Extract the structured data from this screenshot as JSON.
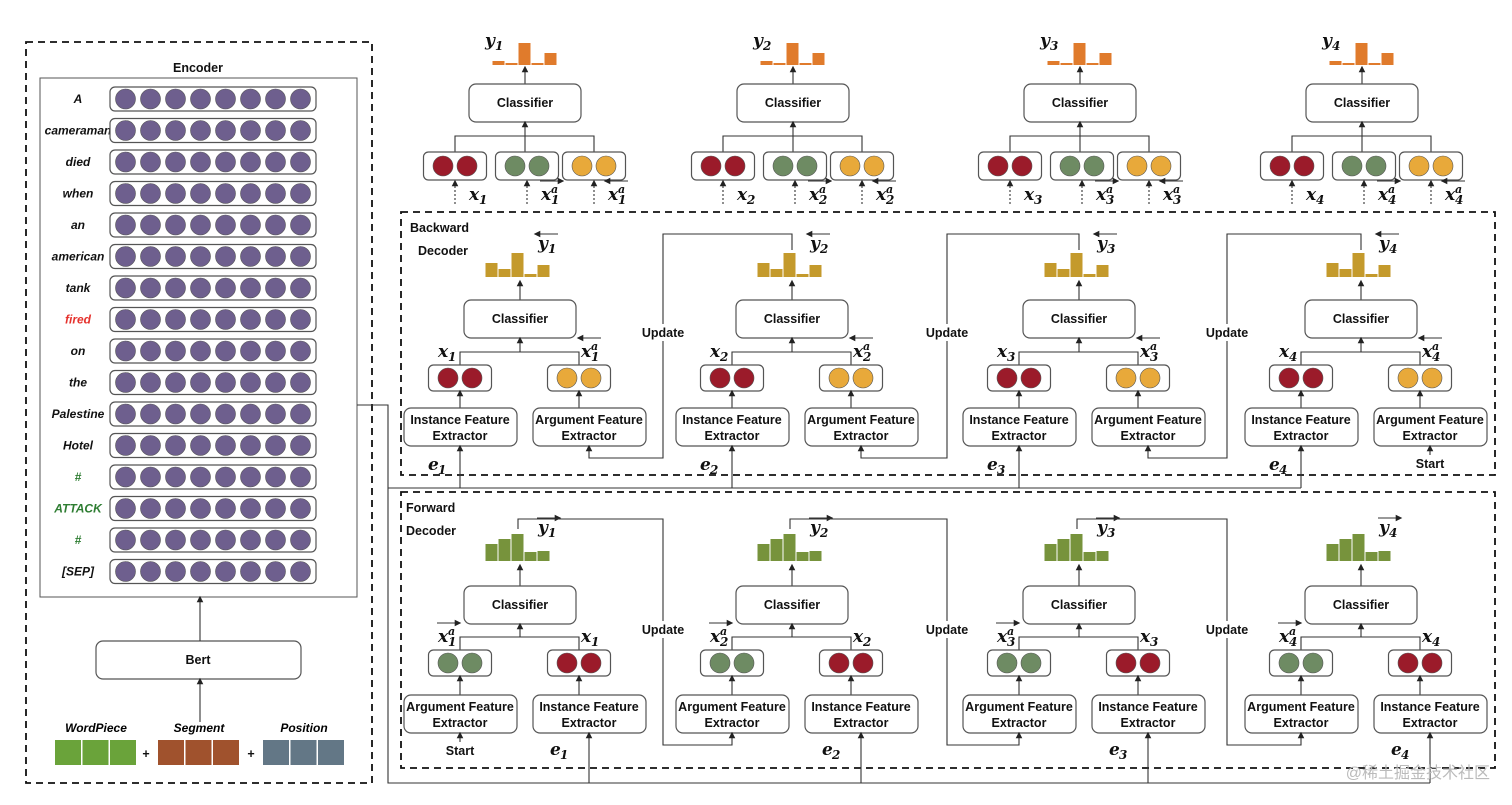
{
  "colors": {
    "encoder_circle": "#6e5f8e",
    "instance_circle": "#9b1b2a",
    "forward_arg_circle": "#6e8b63",
    "backward_arg_circle": "#e8a93a",
    "top_histogram": "#e07b2c",
    "backward_histogram": "#c49a2c",
    "forward_histogram": "#77933c"
  },
  "encoder": {
    "title": "Encoder",
    "tokens": [
      {
        "text": "A",
        "color": "#111111"
      },
      {
        "text": "cameraman",
        "color": "#111111"
      },
      {
        "text": "died",
        "color": "#111111"
      },
      {
        "text": "when",
        "color": "#111111"
      },
      {
        "text": "an",
        "color": "#111111"
      },
      {
        "text": "american",
        "color": "#111111"
      },
      {
        "text": "tank",
        "color": "#111111"
      },
      {
        "text": "fired",
        "color": "#e5322d"
      },
      {
        "text": "on",
        "color": "#111111"
      },
      {
        "text": "the",
        "color": "#111111"
      },
      {
        "text": "Palestine",
        "color": "#111111"
      },
      {
        "text": "Hotel",
        "color": "#111111"
      },
      {
        "text": "#",
        "color": "#2e7d32"
      },
      {
        "text": "ATTACK",
        "color": "#2e7d32"
      },
      {
        "text": "#",
        "color": "#2e7d32"
      },
      {
        "text": "[SEP]",
        "color": "#111111"
      }
    ],
    "bert": "Bert",
    "embeddings": [
      {
        "label": "WordPiece",
        "color": "#6aa33a"
      },
      {
        "label": "Segment",
        "color": "#a0522d"
      },
      {
        "label": "Position",
        "color": "#637786"
      }
    ],
    "plus": "+"
  },
  "top": {
    "columns": [
      {
        "y": {
          "base": "y",
          "sub": "1"
        },
        "classifier": "Classifier",
        "inputs": [
          {
            "base": "x",
            "sub": "1"
          },
          {
            "base": "x",
            "sub": "1",
            "sup": "a",
            "arrow": "right"
          },
          {
            "base": "x",
            "sub": "1",
            "sup": "a",
            "arrow": "left"
          }
        ]
      },
      {
        "y": {
          "base": "y",
          "sub": "2"
        },
        "classifier": "Classifier",
        "inputs": [
          {
            "base": "x",
            "sub": "2"
          },
          {
            "base": "x",
            "sub": "2",
            "sup": "a",
            "arrow": "right"
          },
          {
            "base": "x",
            "sub": "2",
            "sup": "a",
            "arrow": "left"
          }
        ]
      },
      {
        "y": {
          "base": "y",
          "sub": "3"
        },
        "classifier": "Classifier",
        "inputs": [
          {
            "base": "x",
            "sub": "3"
          },
          {
            "base": "x",
            "sub": "3",
            "sup": "a",
            "arrow": "right"
          },
          {
            "base": "x",
            "sub": "3",
            "sup": "a",
            "arrow": "left"
          }
        ]
      },
      {
        "y": {
          "base": "y",
          "sub": "4"
        },
        "classifier": "Classifier",
        "inputs": [
          {
            "base": "x",
            "sub": "4"
          },
          {
            "base": "x",
            "sub": "4",
            "sup": "a",
            "arrow": "right"
          },
          {
            "base": "x",
            "sub": "4",
            "sup": "a",
            "arrow": "left"
          }
        ]
      }
    ]
  },
  "backward": {
    "title": [
      "Backward",
      "Decoder"
    ],
    "update": "Update",
    "start": "Start",
    "columns": [
      {
        "y": {
          "base": "y",
          "sub": "1",
          "arrow": "left"
        },
        "classifier": "Classifier",
        "left_vec": {
          "base": "x",
          "sub": "1"
        },
        "right_vec": {
          "base": "x",
          "sub": "1",
          "sup": "a",
          "arrow": "left"
        },
        "left_extractor": [
          "Instance Feature",
          "Extractor"
        ],
        "right_extractor": [
          "Argument Feature",
          "Extractor"
        ],
        "event": {
          "base": "e",
          "sub": "1"
        }
      },
      {
        "y": {
          "base": "y",
          "sub": "2",
          "arrow": "left"
        },
        "classifier": "Classifier",
        "left_vec": {
          "base": "x",
          "sub": "2"
        },
        "right_vec": {
          "base": "x",
          "sub": "2",
          "sup": "a",
          "arrow": "left"
        },
        "left_extractor": [
          "Instance Feature",
          "Extractor"
        ],
        "right_extractor": [
          "Argument Feature",
          "Extractor"
        ],
        "event": {
          "base": "e",
          "sub": "2"
        }
      },
      {
        "y": {
          "base": "y",
          "sub": "3",
          "arrow": "left"
        },
        "classifier": "Classifier",
        "left_vec": {
          "base": "x",
          "sub": "3"
        },
        "right_vec": {
          "base": "x",
          "sub": "3",
          "sup": "a",
          "arrow": "left"
        },
        "left_extractor": [
          "Instance Feature",
          "Extractor"
        ],
        "right_extractor": [
          "Argument Feature",
          "Extractor"
        ],
        "event": {
          "base": "e",
          "sub": "3"
        }
      },
      {
        "y": {
          "base": "y",
          "sub": "4",
          "arrow": "left"
        },
        "classifier": "Classifier",
        "left_vec": {
          "base": "x",
          "sub": "4"
        },
        "right_vec": {
          "base": "x",
          "sub": "4",
          "sup": "a",
          "arrow": "left"
        },
        "left_extractor": [
          "Instance Feature",
          "Extractor"
        ],
        "right_extractor": [
          "Argument Feature",
          "Extractor"
        ],
        "event": {
          "base": "e",
          "sub": "4"
        }
      }
    ]
  },
  "forward": {
    "title": [
      "Forward",
      "Decoder"
    ],
    "update": "Update",
    "start": "Start",
    "columns": [
      {
        "y": {
          "base": "y",
          "sub": "1",
          "arrow": "right"
        },
        "classifier": "Classifier",
        "left_vec": {
          "base": "x",
          "sub": "1",
          "sup": "a",
          "arrow": "right"
        },
        "right_vec": {
          "base": "x",
          "sub": "1"
        },
        "left_extractor": [
          "Argument Feature",
          "Extractor"
        ],
        "right_extractor": [
          "Instance Feature",
          "Extractor"
        ],
        "event": {
          "base": "e",
          "sub": "1"
        }
      },
      {
        "y": {
          "base": "y",
          "sub": "2",
          "arrow": "right"
        },
        "classifier": "Classifier",
        "left_vec": {
          "base": "x",
          "sub": "2",
          "sup": "a",
          "arrow": "right"
        },
        "right_vec": {
          "base": "x",
          "sub": "2"
        },
        "left_extractor": [
          "Argument Feature",
          "Extractor"
        ],
        "right_extractor": [
          "Instance Feature",
          "Extractor"
        ],
        "event": {
          "base": "e",
          "sub": "2"
        }
      },
      {
        "y": {
          "base": "y",
          "sub": "3",
          "arrow": "right"
        },
        "classifier": "Classifier",
        "left_vec": {
          "base": "x",
          "sub": "3",
          "sup": "a",
          "arrow": "right"
        },
        "right_vec": {
          "base": "x",
          "sub": "3"
        },
        "left_extractor": [
          "Argument Feature",
          "Extractor"
        ],
        "right_extractor": [
          "Instance Feature",
          "Extractor"
        ],
        "event": {
          "base": "e",
          "sub": "3"
        }
      },
      {
        "y": {
          "base": "y",
          "sub": "4",
          "arrow": "right"
        },
        "classifier": "Classifier",
        "left_vec": {
          "base": "x",
          "sub": "4",
          "sup": "a",
          "arrow": "right"
        },
        "right_vec": {
          "base": "x",
          "sub": "4"
        },
        "left_extractor": [
          "Argument Feature",
          "Extractor"
        ],
        "right_extractor": [
          "Instance Feature",
          "Extractor"
        ],
        "event": {
          "base": "e",
          "sub": "4"
        }
      }
    ]
  },
  "watermark": "@稀土掘金技术社区"
}
